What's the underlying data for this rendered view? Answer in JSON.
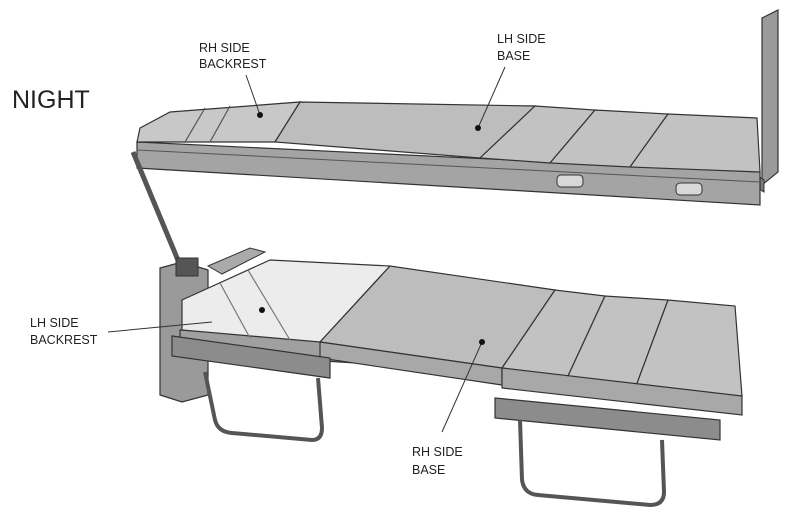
{
  "title": "NIGHT",
  "labels": {
    "rh_side_backrest": [
      "RH SIDE",
      "BACKREST"
    ],
    "lh_side_base": [
      "LH SIDE",
      "BASE"
    ],
    "lh_side_backrest": [
      "LH SIDE",
      "BACKREST"
    ],
    "rh_side_base": [
      "RH SIDE",
      "BASE"
    ]
  },
  "colors": {
    "cushion": "#b9b9b9",
    "cushion_light": "#e6e6e6",
    "frame": "#8a8a8a",
    "outline": "#333333"
  }
}
